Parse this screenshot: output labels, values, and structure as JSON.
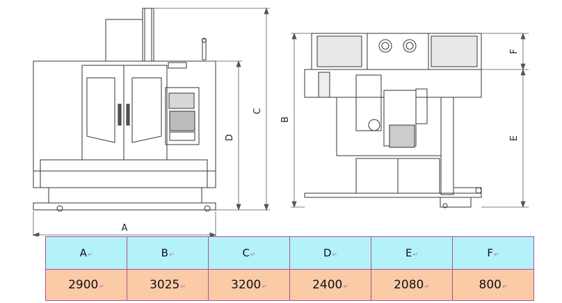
{
  "drawing": {
    "dimension_labels": {
      "A": "A",
      "B": "B",
      "C": "C",
      "D": "D",
      "E": "E",
      "F": "F"
    }
  },
  "table": {
    "return_mark": "↵",
    "headers": [
      "A",
      "B",
      "C",
      "D",
      "E",
      "F"
    ],
    "values": [
      "2900",
      "3025",
      "3200",
      "2400",
      "2080",
      "800"
    ]
  }
}
